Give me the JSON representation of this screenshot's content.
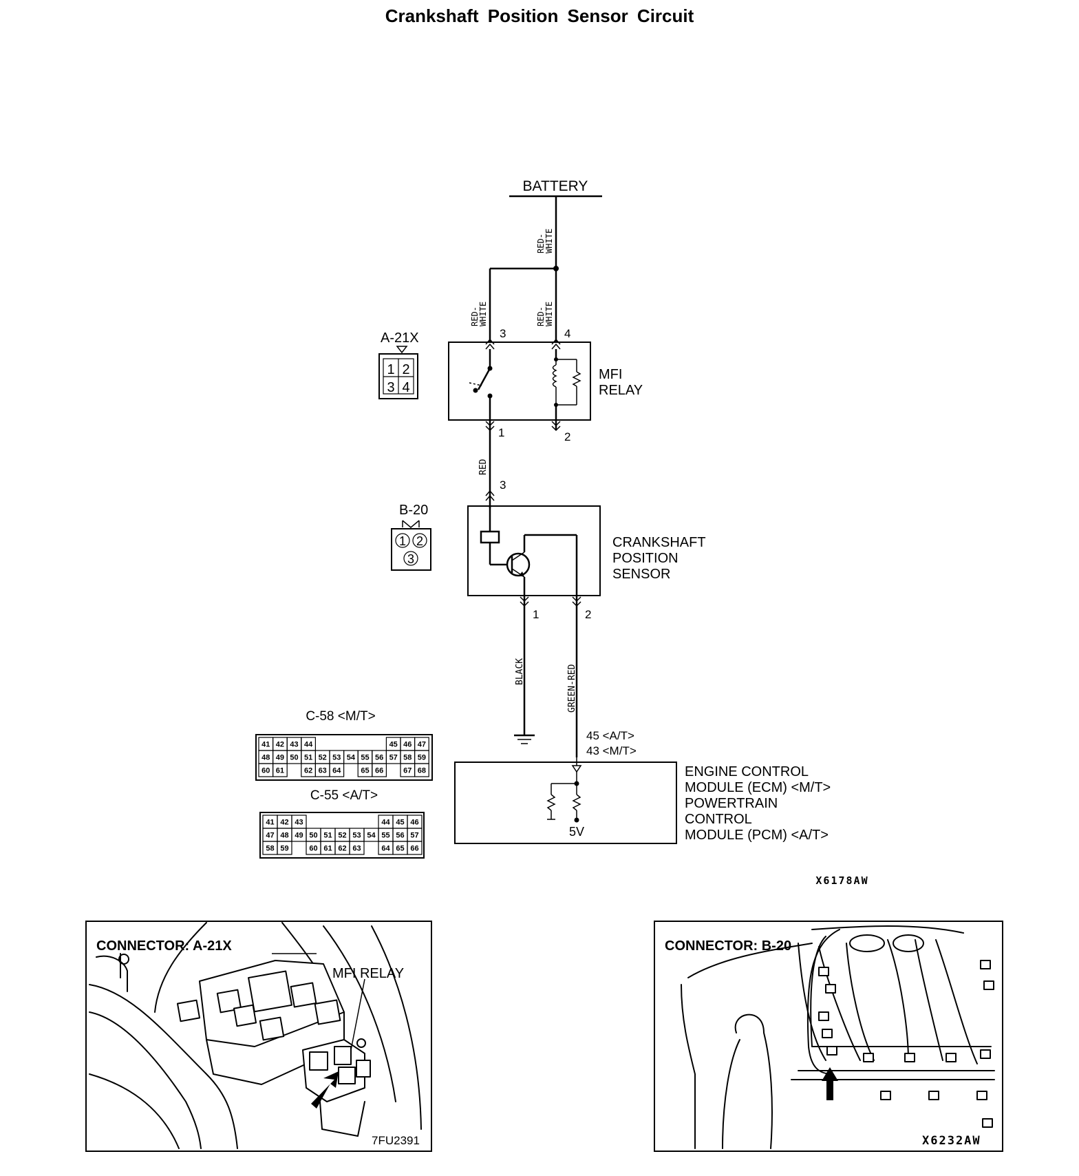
{
  "title": "Crankshaft Position Sensor Circuit",
  "battery": "BATTERY",
  "wires": {
    "top_main": [
      "RED-",
      "WHITE"
    ],
    "branch_left": [
      "RED-",
      "WHITE"
    ],
    "branch_right": [
      "RED-",
      "WHITE"
    ],
    "relay_to_sensor": "RED",
    "sensor_ground": "BLACK",
    "sensor_signal": "GREEN-RED"
  },
  "mfi_relay": {
    "label_lines": [
      "MFI",
      "RELAY"
    ],
    "connector_id": "A-21X",
    "pins_top": [
      "3",
      "4"
    ],
    "pins_bottom": [
      "1",
      "2"
    ],
    "connector_grid": [
      "1",
      "2",
      "3",
      "4"
    ]
  },
  "sensor": {
    "label_lines": [
      "CRANKSHAFT",
      "POSITION",
      "SENSOR"
    ],
    "connector_id": "B-20",
    "pin_in": "3",
    "pins_out": [
      "1",
      "2"
    ],
    "connector_grid": [
      "1",
      "2",
      "3"
    ]
  },
  "ecm": {
    "pin_labels": [
      "45 <A/T>",
      "43 <M/T>"
    ],
    "label_lines": [
      "ENGINE CONTROL",
      "MODULE (ECM) <M/T>",
      "POWERTRAIN",
      "CONTROL",
      "MODULE (PCM) <A/T>"
    ],
    "voltage": "5V"
  },
  "connector_c58": {
    "label": "C-58 <M/T>",
    "rows": [
      [
        "41",
        "42",
        "43",
        "44",
        "",
        "45",
        "46",
        "47"
      ],
      [
        "48",
        "49",
        "50",
        "51",
        "52",
        "53",
        "54",
        "55",
        "56",
        "57",
        "58",
        "59"
      ],
      [
        "60",
        "61",
        "",
        "62",
        "63",
        "64",
        "",
        "65",
        "66",
        "",
        "67",
        "68"
      ]
    ]
  },
  "connector_c55": {
    "label": "C-55 <A/T>",
    "rows": [
      [
        "41",
        "42",
        "43",
        "",
        "44",
        "45",
        "46"
      ],
      [
        "47",
        "48",
        "49",
        "50",
        "51",
        "52",
        "53",
        "54",
        "55",
        "56",
        "57"
      ],
      [
        "58",
        "59",
        "",
        "60",
        "61",
        "62",
        "63",
        "",
        "64",
        "65",
        "66"
      ]
    ]
  },
  "diagram_code": "X6178AW",
  "view_left": {
    "title": "CONNECTOR: A-21X",
    "callout": "MFI RELAY",
    "code": "7FU2391"
  },
  "view_right": {
    "title": "CONNECTOR: B-20",
    "code": "X6232AW"
  }
}
